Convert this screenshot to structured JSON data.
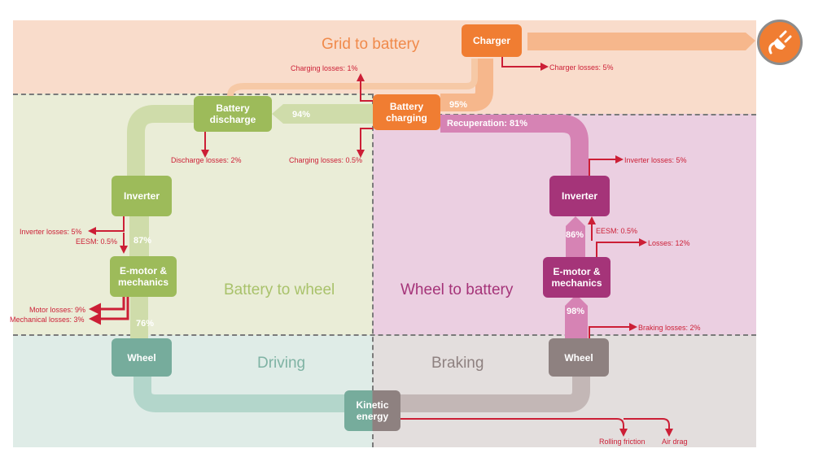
{
  "colors": {
    "grid_bg": "#f9dccb",
    "b2w_bg": "#eaedd7",
    "w2b_bg": "#ebcfe1",
    "driving_bg": "#dfece7",
    "braking_bg": "#e3dedd",
    "orange": "#f07d32",
    "orange_light": "#f6b78c",
    "green": "#9dbb5a",
    "green_light": "#cfdcaa",
    "magenta": "#a53479",
    "magenta_light": "#d683b4",
    "teal": "#76ac9c",
    "teal_light": "#b3d6cb",
    "taupe": "#8e8180",
    "taupe_light": "#c3b7b6",
    "loss_red": "#cc1f36"
  },
  "regions": {
    "grid_to_battery": "Grid to battery",
    "battery_to_wheel": "Battery to wheel",
    "wheel_to_battery": "Wheel to battery",
    "driving": "Driving",
    "braking": "Braking"
  },
  "nodes": {
    "charger": "Charger",
    "battery_discharge": "Battery discharge",
    "battery_charging": "Battery charging",
    "inverter_left": "Inverter",
    "emotor_left": "E-motor & mechanics",
    "wheel_left": "Wheel",
    "inverter_right": "Inverter",
    "emotor_right": "E-motor & mechanics",
    "wheel_right": "Wheel",
    "kinetic_energy": "Kinetic energy"
  },
  "losses": {
    "charger": "Charger losses: 5%",
    "charging_top": "Charging losses: 1%",
    "discharge": "Discharge losses: 2%",
    "charging_bottom": "Charging losses: 0.5%",
    "inverter_left": "Inverter losses: 5%",
    "eesm_left": "EESM: 0.5%",
    "motor": "Motor losses: 9%",
    "mechanical": "Mechanical losses: 3%",
    "inverter_right": "Inverter losses: 5%",
    "eesm_right": "EESM: 0.5%",
    "losses_right": "Losses: 12%",
    "braking": "Braking losses: 2%",
    "rolling_friction": "Rolling friction",
    "air_drag": "Air drag"
  },
  "flows": {
    "charger_eff": "95%",
    "discharge_eff": "94%",
    "inverter_left_eff": "87%",
    "emotor_left_eff": "76%",
    "recuperation": "Recuperation: 81%",
    "emotor_right_eff": "86%",
    "wheel_right_eff": "98%"
  },
  "icons": {
    "plug": "plug-icon"
  }
}
